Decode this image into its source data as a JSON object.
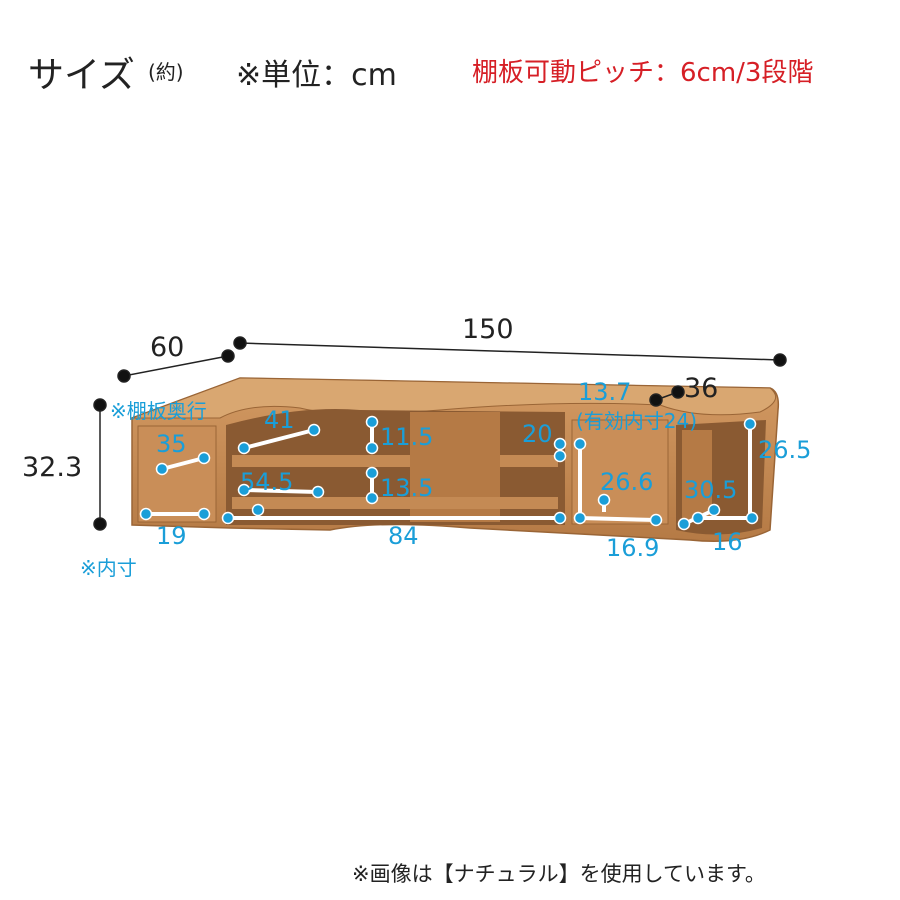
{
  "header": {
    "title": "サイズ",
    "approx": "(約)",
    "unit": "※単位：cm",
    "shelf_pitch": "棚板可動ピッチ：6cm/3段階"
  },
  "dimensions": {
    "outer": {
      "width": "150",
      "depth": "60",
      "height": "32.3",
      "side_depth": "36"
    },
    "inner": {
      "shelf_depth_note": "※棚板奥行",
      "left_depth": "35",
      "left_width": "19",
      "open_shelf_depth_top": "41",
      "open_shelf_depth_bottom": "54.5",
      "open_shelf_height_top": "11.5",
      "open_shelf_height_bottom": "13.5",
      "open_width": "84",
      "right_top_height": "20",
      "cabinet_depth": "13.7",
      "cabinet_effective": "(有効内寸24)",
      "cabinet_height": "26.6",
      "cabinet_width": "16.9",
      "right_depth": "30.5",
      "right_width": "16",
      "right_height": "26.5",
      "inner_note": "※内寸"
    }
  },
  "colors": {
    "wood": "#c48a54",
    "wood_dark": "#a06a3a",
    "accent_blue": "#1a9ed8",
    "pitch_red": "#d61f26"
  },
  "footer": "※画像は【ナチュラル】を使用しています。"
}
